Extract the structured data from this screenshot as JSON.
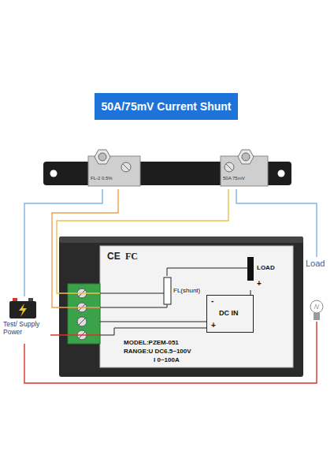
{
  "diagram": {
    "title": "50A/75mV Current Shunt",
    "nodes": [
      {
        "text": [
          "FL-2 0.5%",
          "50A 75mV"
        ]
      },
      {
        "text": [
          "CE",
          "FC",
          "MODEL:PZEM-051",
          "RANGE:U DC6.5~100V",
          "I 0~100A"
        ]
      },
      {
        "text": [
          "FL(shunt)"
        ],
        "in": 1
      },
      {
        "text": [
          "DC IN",
          "-",
          "+"
        ],
        "in": 1
      },
      {
        "text": [
          "LOAD",
          "+"
        ],
        "in": 1
      },
      {
        "text": [
          "Test/ Supply Power"
        ]
      },
      {
        "text": [
          "Load"
        ]
      }
    ],
    "edges": [
      {
        "from": 5,
        "to": 0,
        "arrow": "none"
      },
      {
        "from": 0,
        "to": 6,
        "arrow": "none"
      },
      {
        "from": 0,
        "to": 1,
        "arrow": "none"
      },
      {
        "from": 0,
        "to": 1,
        "arrow": "none"
      },
      {
        "from": 5,
        "to": 1,
        "arrow": "none"
      },
      {
        "from": 6,
        "to": 5,
        "arrow": "none"
      },
      {
        "from": 2,
        "to": 4,
        "arrow": "none"
      },
      {
        "from": 3,
        "to": 4,
        "arrow": "none"
      }
    ]
  }
}
